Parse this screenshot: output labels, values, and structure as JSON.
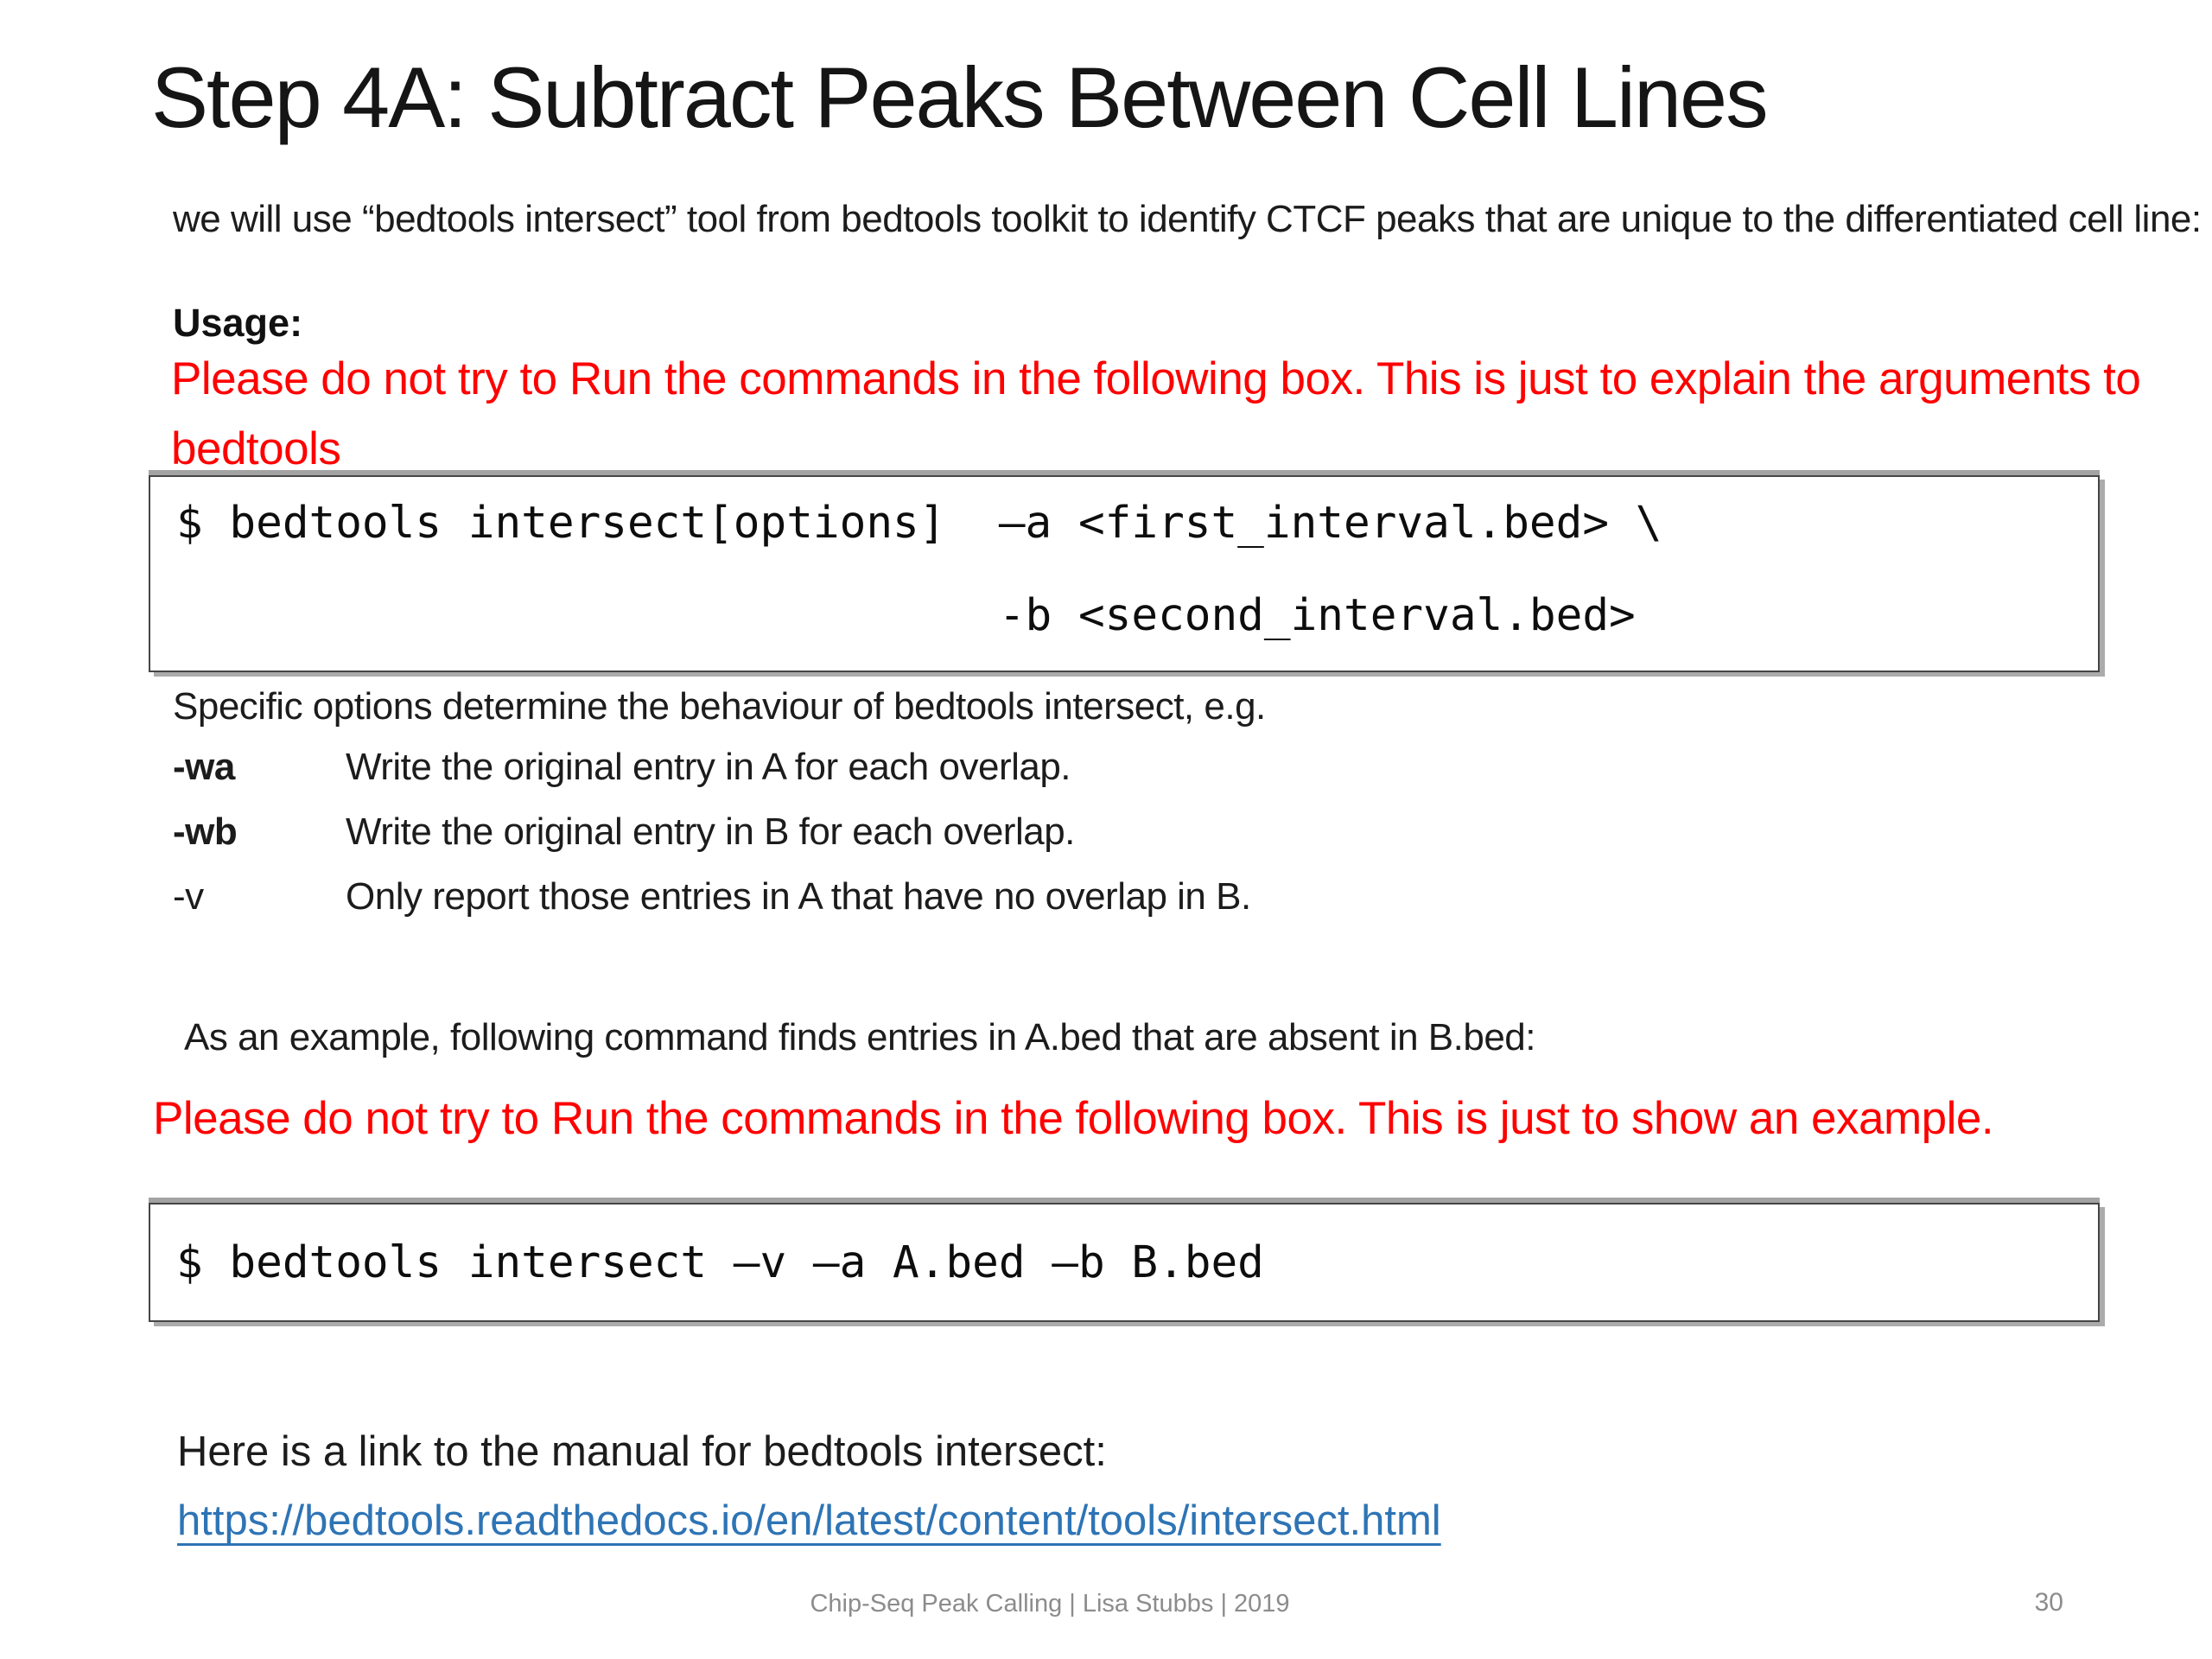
{
  "slide": {
    "title": "Step 4A: Subtract Peaks Between Cell Lines",
    "intro": "we will use “bedtools intersect” tool from bedtools toolkit to identify CTCF peaks that are unique to the differentiated cell line:",
    "usage_label": "Usage:",
    "warning1": "Please do not try to Run the commands in the following box. This is just to explain the arguments to bedtools",
    "code_box1": {
      "line1": "$ bedtools intersect[options]  –a <first_interval.bed> \\",
      "line2": "                               -b <second_interval.bed>"
    },
    "options_intro": "Specific options determine the behaviour of bedtools intersect, e.g.",
    "options": [
      {
        "flag": "-wa",
        "desc": "Write the original entry in A for each overlap."
      },
      {
        "flag": "-wb",
        "desc": "Write the original entry in B for each overlap."
      },
      {
        "flag": "-v",
        "desc": "Only report those entries in A that have no overlap in B."
      }
    ],
    "example_intro": "As an example, following command finds entries in A.bed that are absent in B.bed:",
    "warning2": "Please do not try to Run the commands in the following box. This is just to show an example.",
    "code_box2": {
      "line1": "$ bedtools intersect –v –a A.bed –b B.bed"
    },
    "link_intro": "Here is a link to the manual for bedtools intersect:",
    "link_url": "https://bedtools.readthedocs.io/en/latest/content/tools/intersect.html",
    "footer": "Chip-Seq Peak Calling | Lisa Stubbs | 2019",
    "page_number": "30",
    "colors": {
      "warning_red": "#FF0000",
      "link_blue": "#2E74B5",
      "footer_gray": "#8C8C8C"
    }
  }
}
